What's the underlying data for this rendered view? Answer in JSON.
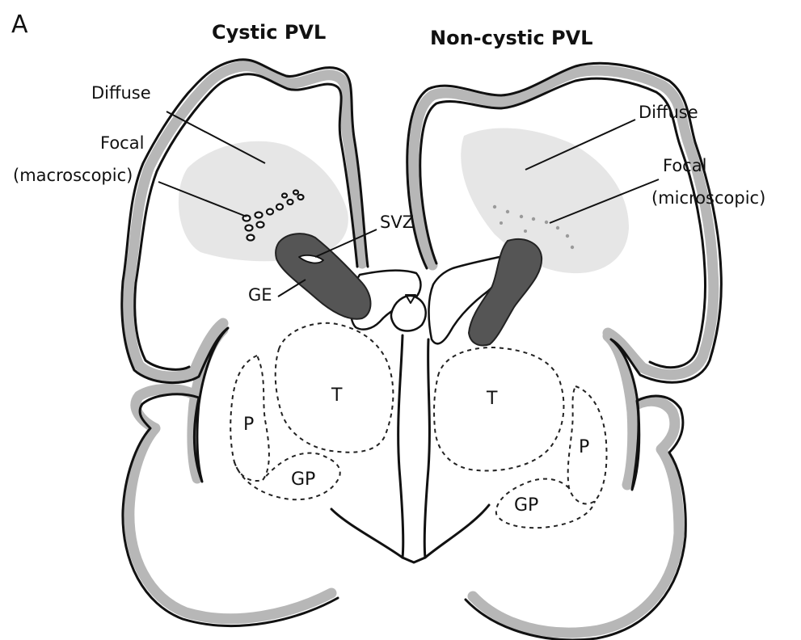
{
  "panel_letter": "A",
  "headings": {
    "left": "Cystic PVL",
    "right": "Non-cystic PVL"
  },
  "left_labels": {
    "diffuse": "Diffuse",
    "focal_line1": "Focal",
    "focal_line2": "(macroscopic)",
    "svz": "SVZ",
    "ge": "GE",
    "thalamus": "T",
    "putamen": "P",
    "globus_pallidus": "GP"
  },
  "right_labels": {
    "diffuse": "Diffuse",
    "focal_line1": "Focal",
    "focal_line2": "(microscopic)",
    "thalamus": "T",
    "putamen": "P",
    "globus_pallidus": "GP"
  }
}
